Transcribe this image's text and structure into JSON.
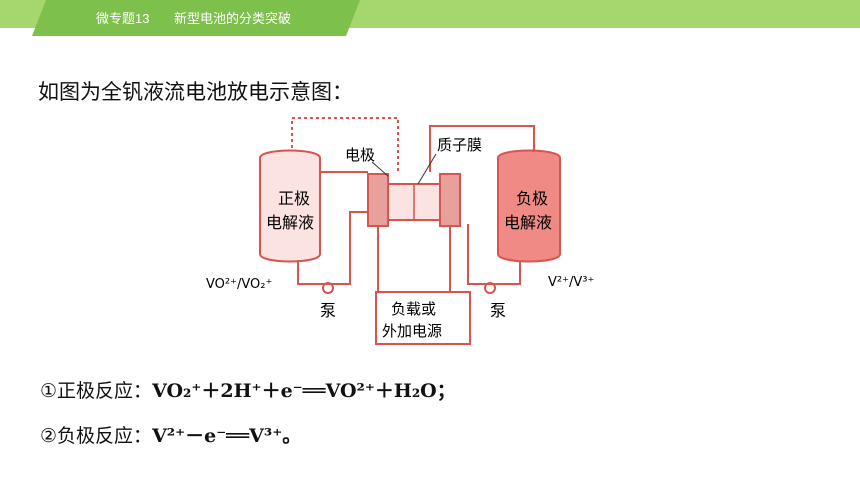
{
  "header": {
    "tag": "微专题13",
    "title": "新型电池的分类突破",
    "colors": {
      "bar": "#7dc04b",
      "bar_light": "#a6d66e"
    }
  },
  "heading": "如图为全钒液流电池放电示意图：",
  "diagram": {
    "labels": {
      "electrode": "电极",
      "membrane": "质子膜",
      "positive_tank": [
        "正极",
        "电解液"
      ],
      "negative_tank": [
        "负极",
        "电解液"
      ],
      "left_pump": "泵",
      "right_pump": "泵",
      "load": [
        "负载或",
        "外加电源"
      ],
      "left_species": "VO²⁺/VO₂⁺",
      "right_species": "V²⁺/V³⁺"
    },
    "colors": {
      "line": "#d9534f",
      "tank_left": "#fbe3e1",
      "tank_right": "#f08a84",
      "electrode": "#e8a09c"
    }
  },
  "equations": {
    "eq1_marker": "①",
    "eq1_label": "正极反应：",
    "eq1_formula": "VO₂⁺＋2H⁺＋e⁻══VO²⁺＋H₂O；",
    "eq2_marker": "②",
    "eq2_label": "负极反应：",
    "eq2_formula": "V²⁺－e⁻══V³⁺。"
  }
}
